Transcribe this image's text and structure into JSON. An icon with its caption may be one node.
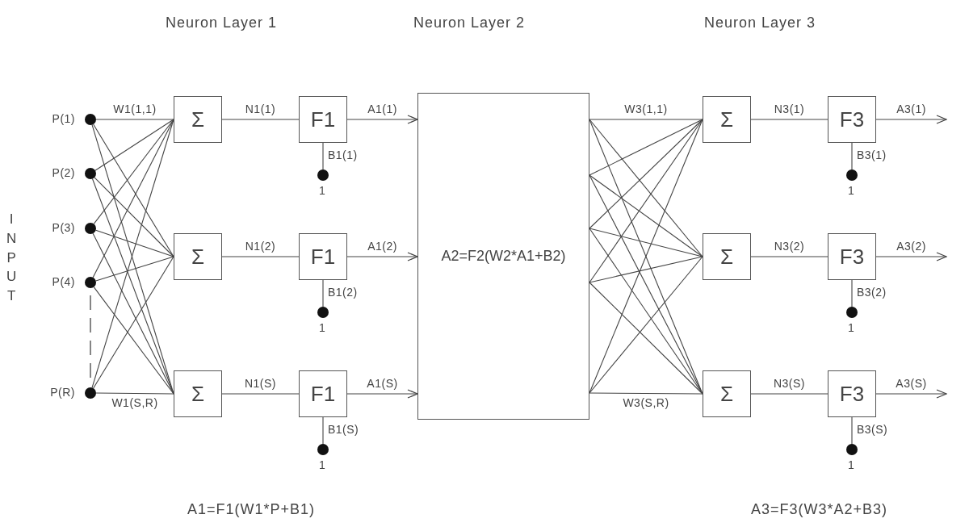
{
  "diagram": {
    "nodes": [
      {
        "text": [],
        "shape": "circle",
        "beside": [
          "P(1)"
        ]
      },
      {
        "text": [],
        "shape": "circle",
        "beside": [
          "P(2)"
        ]
      },
      {
        "text": [],
        "shape": "circle",
        "beside": [
          "P(3)"
        ]
      },
      {
        "text": [],
        "shape": "circle",
        "beside": [
          "P(4)"
        ]
      },
      {
        "text": [],
        "shape": "circle",
        "beside": [
          "P(R)"
        ]
      },
      {
        "text": [
          "Σ"
        ]
      },
      {
        "text": [
          "Σ"
        ]
      },
      {
        "text": [
          "Σ"
        ]
      },
      {
        "text": [
          "F1"
        ]
      },
      {
        "text": [
          "F1"
        ]
      },
      {
        "text": [
          "F1"
        ]
      },
      {
        "text": [],
        "shape": "circle",
        "beside": [
          "1"
        ]
      },
      {
        "text": [],
        "shape": "circle",
        "beside": [
          "1"
        ]
      },
      {
        "text": [],
        "shape": "circle",
        "beside": [
          "1"
        ]
      },
      {
        "text": [
          "A2=F2(W2*A1+B2)"
        ]
      },
      {
        "text": [
          "Σ"
        ]
      },
      {
        "text": [
          "Σ"
        ]
      },
      {
        "text": [
          "Σ"
        ]
      },
      {
        "text": [
          "F3"
        ]
      },
      {
        "text": [
          "F3"
        ]
      },
      {
        "text": [
          "F3"
        ]
      },
      {
        "text": [],
        "shape": "circle",
        "beside": [
          "1"
        ]
      },
      {
        "text": [],
        "shape": "circle",
        "beside": [
          "1"
        ]
      },
      {
        "text": [],
        "shape": "circle",
        "beside": [
          "1"
        ]
      }
    ],
    "edges": [
      {
        "from": 0,
        "to": 5,
        "arrow": "none",
        "label": "W1(1,1)"
      },
      {
        "from": 0,
        "to": 6,
        "arrow": "none"
      },
      {
        "from": 0,
        "to": 7,
        "arrow": "none"
      },
      {
        "from": 1,
        "to": 5,
        "arrow": "none"
      },
      {
        "from": 1,
        "to": 6,
        "arrow": "none"
      },
      {
        "from": 1,
        "to": 7,
        "arrow": "none"
      },
      {
        "from": 2,
        "to": 5,
        "arrow": "none"
      },
      {
        "from": 2,
        "to": 6,
        "arrow": "none"
      },
      {
        "from": 2,
        "to": 7,
        "arrow": "none"
      },
      {
        "from": 3,
        "to": 5,
        "arrow": "none"
      },
      {
        "from": 3,
        "to": 6,
        "arrow": "none"
      },
      {
        "from": 3,
        "to": 7,
        "arrow": "none"
      },
      {
        "from": 4,
        "to": 5,
        "arrow": "none"
      },
      {
        "from": 4,
        "to": 6,
        "arrow": "none"
      },
      {
        "from": 4,
        "to": 7,
        "arrow": "none",
        "label": "W1(S,R)"
      },
      {
        "from": 5,
        "to": 8,
        "arrow": "none",
        "label": "N1(1)"
      },
      {
        "from": 6,
        "to": 9,
        "arrow": "none",
        "label": "N1(2)"
      },
      {
        "from": 7,
        "to": 10,
        "arrow": "none",
        "label": "N1(S)"
      },
      {
        "from": 8,
        "to": 14,
        "arrow": "to",
        "label": "A1(1)"
      },
      {
        "from": 9,
        "to": 14,
        "arrow": "to",
        "label": "A1(2)"
      },
      {
        "from": 10,
        "to": 14,
        "arrow": "to",
        "label": "A1(S)"
      },
      {
        "from": 11,
        "to": 8,
        "arrow": "none",
        "label": "B1(1)"
      },
      {
        "from": 12,
        "to": 9,
        "arrow": "none",
        "label": "B1(2)"
      },
      {
        "from": 13,
        "to": 10,
        "arrow": "none",
        "label": "B1(S)"
      },
      {
        "from": 14,
        "to": 15,
        "arrow": "none",
        "label": "W3(1,1)"
      },
      {
        "from": 14,
        "to": 16,
        "arrow": "none"
      },
      {
        "from": 14,
        "to": 17,
        "arrow": "none"
      },
      {
        "from": 14,
        "to": 15,
        "arrow": "none"
      },
      {
        "from": 14,
        "to": 16,
        "arrow": "none"
      },
      {
        "from": 14,
        "to": 17,
        "arrow": "none"
      },
      {
        "from": 14,
        "to": 15,
        "arrow": "none"
      },
      {
        "from": 14,
        "to": 16,
        "arrow": "none"
      },
      {
        "from": 14,
        "to": 17,
        "arrow": "none"
      },
      {
        "from": 14,
        "to": 15,
        "arrow": "none"
      },
      {
        "from": 14,
        "to": 16,
        "arrow": "none"
      },
      {
        "from": 14,
        "to": 17,
        "arrow": "none"
      },
      {
        "from": 14,
        "to": 15,
        "arrow": "none"
      },
      {
        "from": 14,
        "to": 16,
        "arrow": "none"
      },
      {
        "from": 14,
        "to": 17,
        "arrow": "none",
        "label": "W3(S,R)"
      },
      {
        "from": 15,
        "to": 18,
        "arrow": "none",
        "label": "N3(1)"
      },
      {
        "from": 16,
        "to": 19,
        "arrow": "none",
        "label": "N3(2)"
      },
      {
        "from": 17,
        "to": 20,
        "arrow": "none",
        "label": "N3(S)"
      },
      {
        "from": 18,
        "to": null,
        "arrow": "to",
        "label": "A3(1)"
      },
      {
        "from": 19,
        "to": null,
        "arrow": "to",
        "label": "A3(2)"
      },
      {
        "from": 20,
        "to": null,
        "arrow": "to",
        "label": "A3(S)"
      },
      {
        "from": 21,
        "to": 18,
        "arrow": "none",
        "label": "B3(1)"
      },
      {
        "from": 22,
        "to": 19,
        "arrow": "none",
        "label": "B3(2)"
      },
      {
        "from": 23,
        "to": 20,
        "arrow": "none",
        "label": "B3(S)"
      }
    ],
    "labels": [
      "Neuron Layer 1",
      "Neuron Layer 2",
      "Neuron Layer 3",
      "INPUT",
      "A1=F1(W1*P+B1)",
      "A3=F3(W3*A2+B3)"
    ]
  }
}
